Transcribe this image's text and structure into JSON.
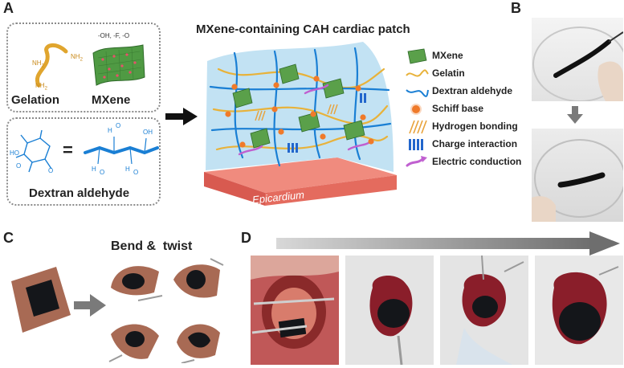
{
  "panels": {
    "a": "A",
    "b": "B",
    "c": "C",
    "d": "D"
  },
  "panel_a": {
    "title": "MXene-containing CAH cardiac patch",
    "gelation_label": "Gelation",
    "mxene_label": "MXene",
    "mxene_groups": "-OH, -F, -O",
    "nh2": "NH",
    "nh2_sub": "2",
    "dextran_label": "Dextran aldehyde",
    "epicardium_label": "Epicardium",
    "chem_ho": "HO",
    "chem_o": "O",
    "chem_h": "H",
    "chem_oh": "OH"
  },
  "legend": [
    {
      "label": "MXene",
      "icon": "mxene-sheet-icon"
    },
    {
      "label": "Gelatin",
      "icon": "gelatin-strand-icon"
    },
    {
      "label": "Dextran aldehyde",
      "icon": "dextran-strand-icon"
    },
    {
      "label": "Schiff base",
      "icon": "schiff-base-dot-icon"
    },
    {
      "label": "Hydrogen bonding",
      "icon": "hydrogen-bond-icon"
    },
    {
      "label": "Charge interaction",
      "icon": "charge-interaction-icon"
    },
    {
      "label": "Electric conduction",
      "icon": "electric-conduction-icon"
    }
  ],
  "panel_c": {
    "bend_twist": "Bend &  twist"
  },
  "colors": {
    "gelatin": "#e8b23a",
    "dextran": "#1a7fd4",
    "mxene": "#5aa04a",
    "schiff": "#f07a2a",
    "hbond": "#e8a23a",
    "charge": "#2266cc",
    "conduction": "#c060d0",
    "epicardium": "#e8685a",
    "gel_bg": "#bfe0f2",
    "arrow": "#777777"
  }
}
